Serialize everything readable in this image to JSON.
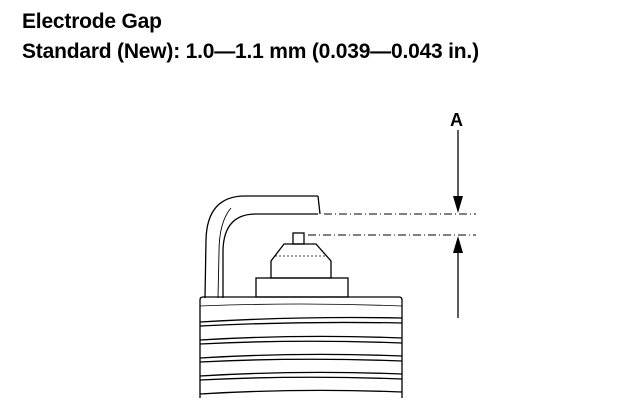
{
  "heading": {
    "title": "Electrode Gap",
    "spec": "Standard (New): 1.0—1.1 mm (0.039—0.043 in.)"
  },
  "diagram": {
    "callout": "A",
    "subject": "spark-plug-electrode-gap",
    "line_color": "#000000",
    "background": "#ffffff"
  }
}
